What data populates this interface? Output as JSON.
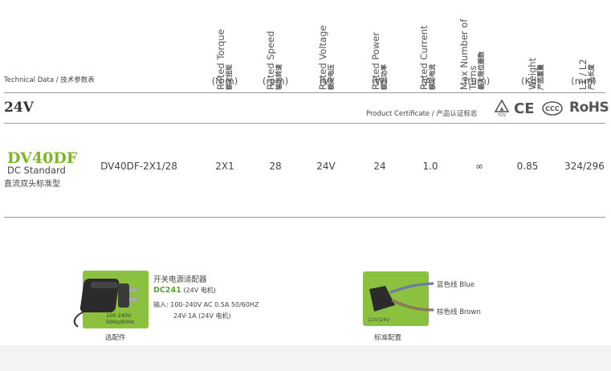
{
  "header": {
    "tech_data_label": "Technical Data / 技术参数表",
    "columns": [
      {
        "en": "Rated Torque",
        "zh": "额定扭矩",
        "unit": "(N·m)"
      },
      {
        "en": "Rated Speed",
        "zh": "输出转速",
        "unit": "(rpm)"
      },
      {
        "en": "Rated Voltage",
        "zh": "额定电压",
        "unit": "(V)"
      },
      {
        "en": "Rated Power",
        "zh": "额定功率",
        "unit": "(W)"
      },
      {
        "en": "Rated Current",
        "zh": "额定电流",
        "unit": "(A)"
      },
      {
        "en": "Max Number of Turns",
        "zh": "最大限位圈数",
        "unit": "(turn)"
      },
      {
        "en": "Weight",
        "zh": "产品重量",
        "unit": "(Kg)"
      },
      {
        "en": "L1 / L2",
        "zh": "产品长度",
        "unit": "(mm)"
      }
    ]
  },
  "section": {
    "voltage_title": "24V",
    "certificate_label": "Product Certificate / 产品认证标志",
    "cert_icons": [
      "tuv-icon",
      "ce-mark-icon",
      "ccc-icon",
      "rohs-icon"
    ],
    "rohs_text": "RoHS",
    "ce_text": "CE"
  },
  "product": {
    "series": "DV40DF",
    "type_en": "DC Standard",
    "type_zh": "直流双头标准型",
    "model": "DV40DF-2X1/28",
    "torque": "2X1",
    "speed": "28",
    "voltage": "24V",
    "power": "24",
    "current": "1.0",
    "turns": "∞",
    "weight": "0.85",
    "length": "324/296"
  },
  "accessories": {
    "adapter": {
      "title": "开关电源适配器",
      "model": "DC241",
      "model_note": "(24V 电机)",
      "input_line": "输入: 100-240V AC 0.5A 50/60HZ",
      "output_line": "24V-1A (24V 电机)",
      "image_label_1": "100-240V",
      "image_label_2": "50Hz/60Hz",
      "caption": "选配件"
    },
    "cable": {
      "blue_label": "蓝色线 Blue",
      "brown_label": "棕色线 Brown",
      "image_label": "12V/24V",
      "caption": "标准配置"
    }
  },
  "colors": {
    "accent_green": "#7ab82a",
    "rule_gray": "#9a9a9a"
  }
}
